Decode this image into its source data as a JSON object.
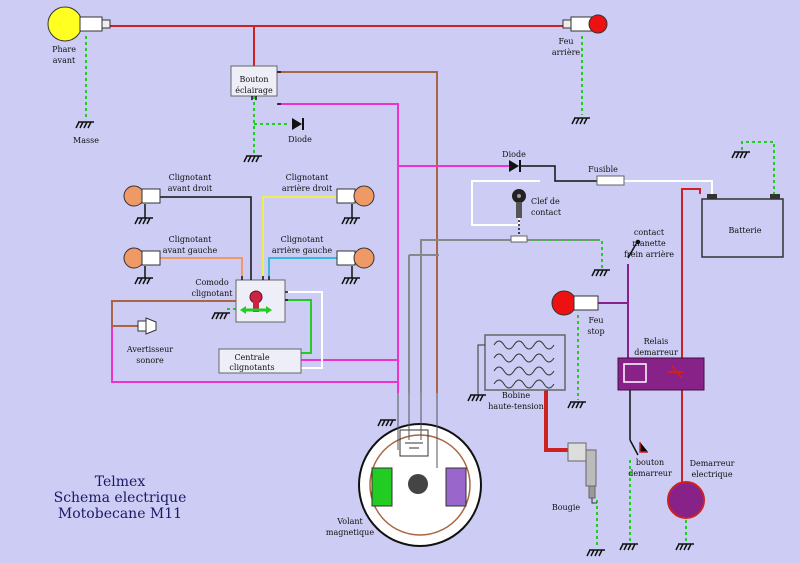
{
  "title": {
    "line1": "Telmex",
    "line2": "Schema electrique",
    "line3": "Motobecane M11"
  },
  "labels": {
    "phare": [
      "Phare",
      "avant"
    ],
    "masse": "Masse",
    "feu_arriere": [
      "Feu",
      "arrière"
    ],
    "bouton_eclairage": [
      "Bouton",
      "éclairage"
    ],
    "diode_top": "Diode",
    "diode_mid": "Diode",
    "fusible": "Fusible",
    "batterie": "Batterie",
    "clignotant_avd": [
      "Clignotant",
      "avant droit"
    ],
    "clignotant_ard": [
      "Clignotant",
      "arrière droit"
    ],
    "clignotant_avg": [
      "Clignotant",
      "avant gauche"
    ],
    "clignotant_arg": [
      "Clignotant",
      "arrière gauche"
    ],
    "clef": [
      "Clef de",
      "contact"
    ],
    "contact_frein": [
      "contact",
      "manette",
      "frein arrière"
    ],
    "comodo": [
      "Comodo",
      "clignotant"
    ],
    "avertisseur": [
      "Avertisseur",
      "sonore"
    ],
    "centrale": [
      "Centrale",
      "clignotants"
    ],
    "feu_stop": [
      "Feu",
      "stop"
    ],
    "relais": [
      "Relais",
      "demarreur"
    ],
    "bobine": [
      "Bobine",
      "haute-tension"
    ],
    "bouton_demarreur": [
      "bouton",
      "demarreur"
    ],
    "demarreur": [
      "Demarreur",
      "electrique"
    ],
    "bougie": "Bougie",
    "volant": [
      "Volant",
      "magnetique"
    ]
  },
  "colors": {
    "background": "#ccccf4",
    "red": "#cc2222",
    "magenta": "#ee33cc",
    "green": "#22cc22",
    "brown": "#aa6644",
    "gray": "#888888",
    "white": "#ffffff",
    "yellow": "#eeee55",
    "cyan": "#33bbdd",
    "orange": "#ee9966",
    "black": "#111111",
    "purple": "#882288",
    "lamp_yellow": "#ffff22",
    "lamp_red": "#ee1111",
    "lamp_orange": "#ee9966"
  }
}
